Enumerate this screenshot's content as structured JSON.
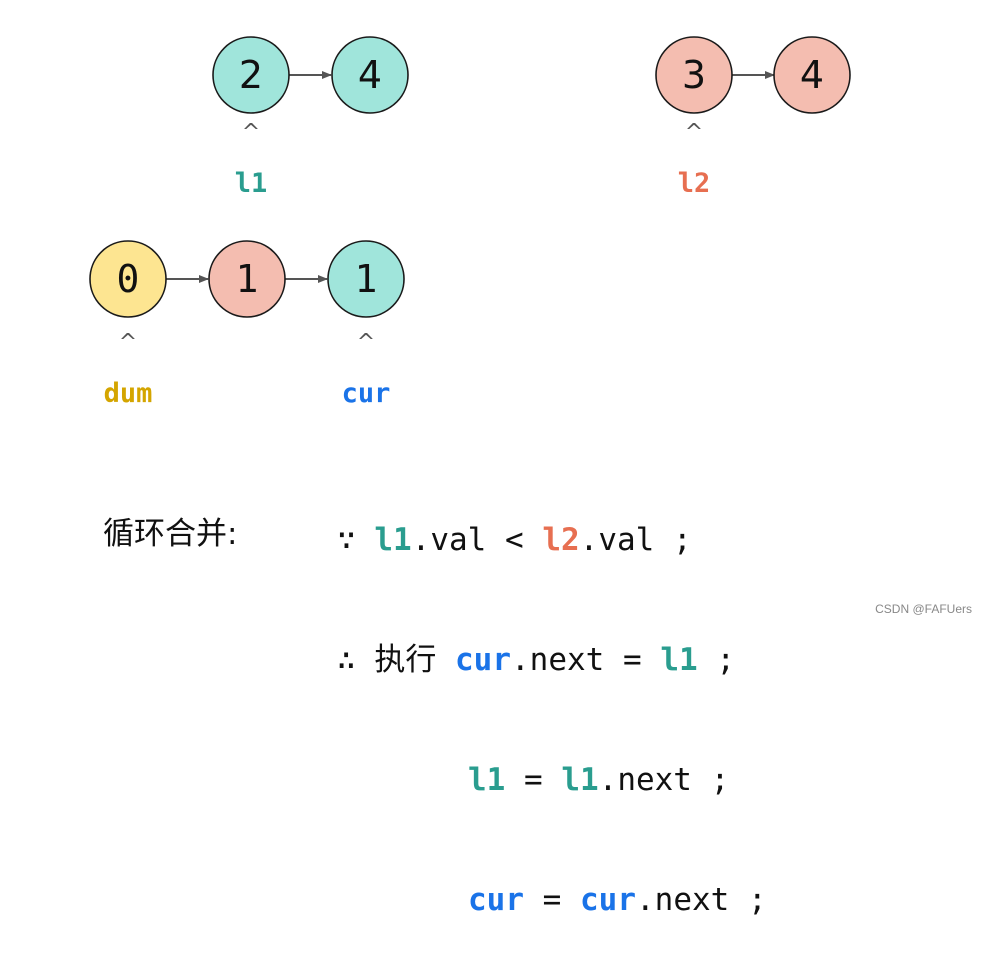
{
  "colors": {
    "teal": "#a0e5db",
    "pink": "#f4bdb0",
    "yellow": "#fde591",
    "l1_text": "#2a9d8f",
    "l2_text": "#e76f51",
    "dum_text": "#d4a500",
    "cur_text": "#1a73e8",
    "arrow": "#555555"
  },
  "list1": {
    "nodes": [
      {
        "value": "2",
        "color": "teal"
      },
      {
        "value": "4",
        "color": "teal"
      }
    ],
    "pointer": {
      "caret": "^",
      "label": "l1"
    }
  },
  "list2": {
    "nodes": [
      {
        "value": "3",
        "color": "pink"
      },
      {
        "value": "4",
        "color": "pink"
      }
    ],
    "pointer": {
      "caret": "^",
      "label": "l2"
    }
  },
  "merged": {
    "nodes": [
      {
        "value": "0",
        "color": "yellow"
      },
      {
        "value": "1",
        "color": "pink"
      },
      {
        "value": "1",
        "color": "teal"
      }
    ],
    "pointers": [
      {
        "caret": "^",
        "label": "dum"
      },
      {
        "caret": "^",
        "label": "cur"
      }
    ]
  },
  "section_label": "循环合并:",
  "code": {
    "line1": {
      "because": "∵",
      "l1": "l1",
      "t1": ".val < ",
      "l2": "l2",
      "t2": ".val ;"
    },
    "line2": {
      "therefore": "∴",
      "exec": "执行",
      "cur": "cur",
      "t1": ".next = ",
      "l1": "l1",
      "t2": " ;"
    },
    "line3": {
      "l1a": "l1",
      "t1": " = ",
      "l1b": "l1",
      "t2": ".next ;"
    },
    "line4": {
      "cura": "cur",
      "t1": " = ",
      "curb": "cur",
      "t2": ".next ;"
    }
  },
  "watermark": "CSDN @FAFUers"
}
